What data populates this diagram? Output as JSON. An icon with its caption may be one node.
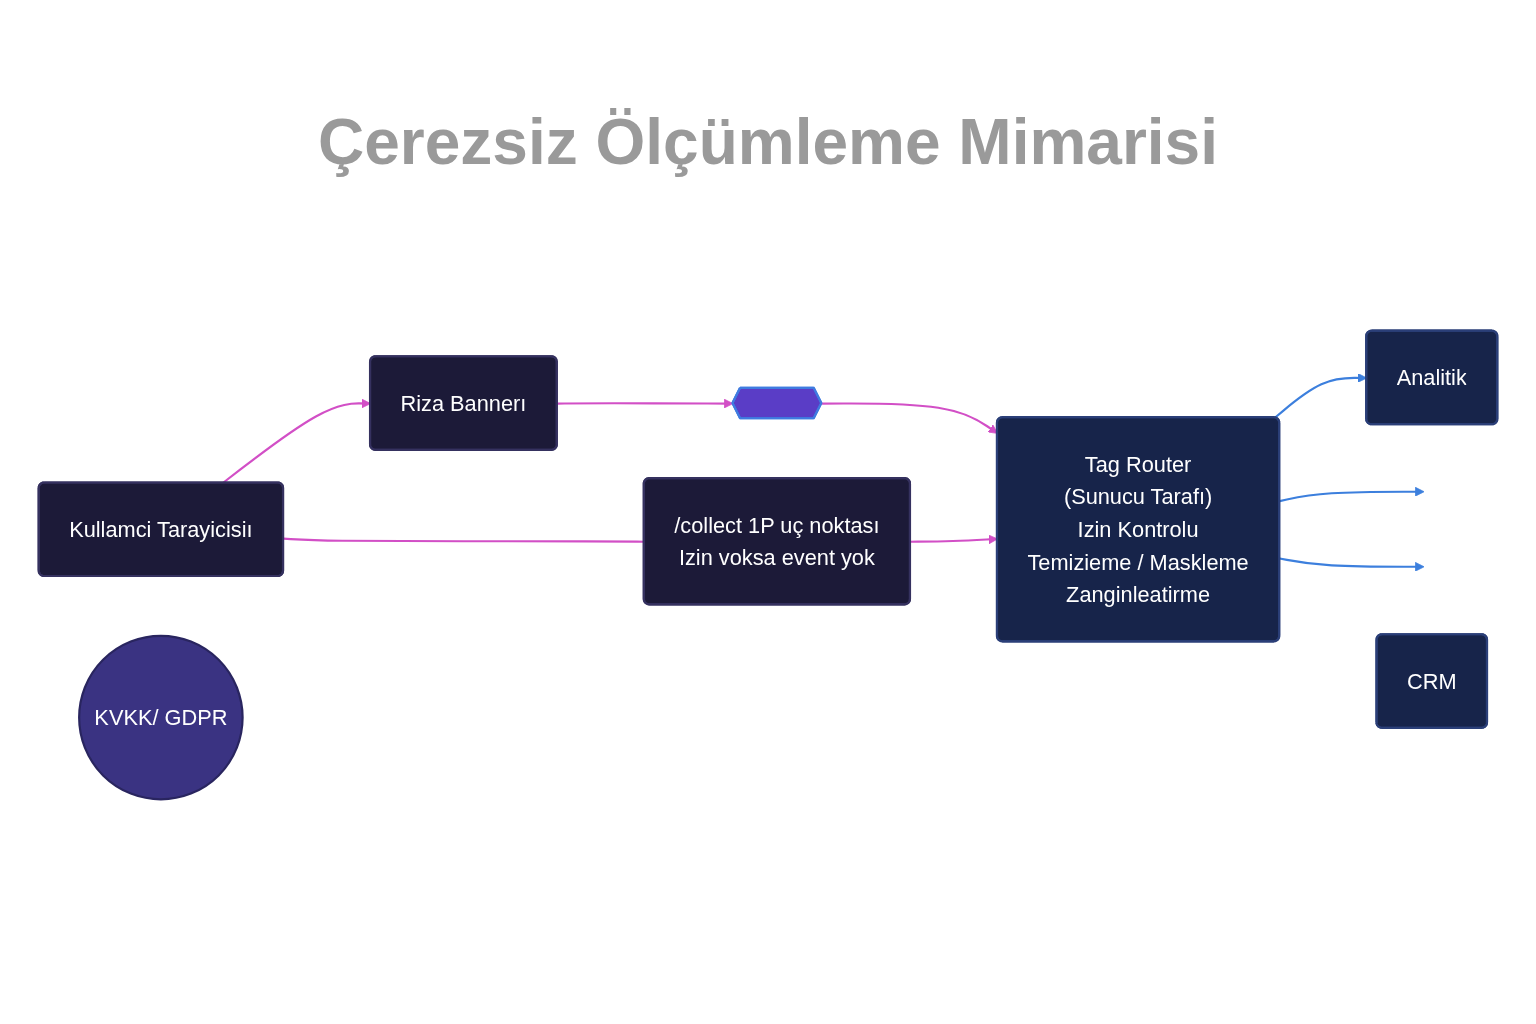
{
  "diagram": {
    "title": "Çerezsiz Ölçümleme Mimarisi",
    "nodes": [
      {
        "text": [
          "Kullamci Tarayicisiı"
        ]
      },
      {
        "text": [
          "Riza Bannerı"
        ]
      },
      {
        "text": [],
        "shape": "hexagon"
      },
      {
        "text": [
          "/collect 1P uç noktası",
          "Izin voksa event yok"
        ]
      },
      {
        "text": [
          "Tag Router",
          "(Sunucu Tarafı)",
          "Izin Kontrolu",
          "Temizieme / Maskleme",
          "Zanginleatirme"
        ]
      },
      {
        "text": [
          "Analitik"
        ]
      },
      {
        "text": [
          "CRM"
        ]
      },
      {
        "text": [
          "KVKK/ GDPR"
        ]
      }
    ],
    "edges": [
      {
        "from": 0,
        "to": 1,
        "arrow": "to"
      },
      {
        "from": 1,
        "to": 2,
        "arrow": "to"
      },
      {
        "from": 2,
        "to": 4,
        "arrow": "to"
      },
      {
        "from": 0,
        "to": 3,
        "arrow": "none"
      },
      {
        "from": 3,
        "to": 4,
        "arrow": "to"
      },
      {
        "from": 4,
        "to": 5,
        "arrow": "to",
        "color": "#3c7fdd"
      },
      {
        "from": 4,
        "to": null,
        "arrow": "to",
        "color": "#3c7fdd"
      },
      {
        "from": 4,
        "to": null,
        "arrow": "to",
        "color": "#3c7fdd"
      }
    ]
  }
}
